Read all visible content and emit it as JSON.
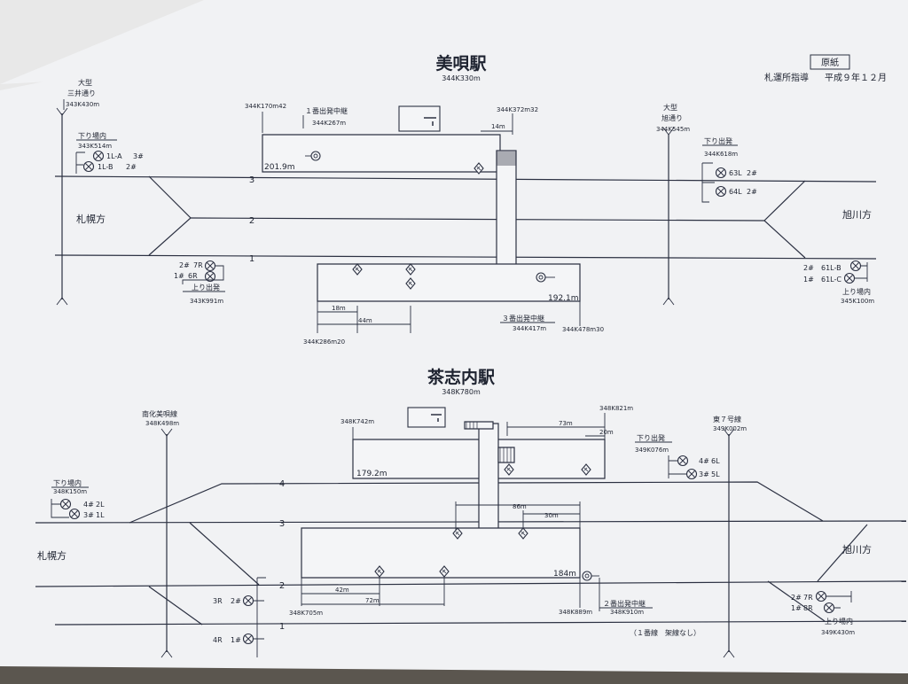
{
  "header": {
    "genshi": "原紙",
    "authority": "札運所指導",
    "date": "平成９年１２月"
  },
  "station1": {
    "title": "美唄駅",
    "km": "344K330m",
    "track_nums": [
      "3",
      "2",
      "1"
    ],
    "west_dir": "札幌方",
    "east_dir": "旭川方",
    "crossing_w": {
      "name1": "大型",
      "name2": "三井通り",
      "km": "343K430m"
    },
    "crossing_e": {
      "name1": "大型",
      "name2": "旭通り",
      "km": "344K545m"
    },
    "sig_w_in": {
      "title": "下り場内",
      "km": "343K514m",
      "l1": "1L-A",
      "n1": "3#",
      "l2": "1L-B",
      "n2": "2#"
    },
    "sig_w_out": {
      "n1": "2#",
      "l1": "7R",
      "n2": "1#",
      "l2": "6R",
      "title": "上り出発",
      "km": "343K991m"
    },
    "sig_e_out": {
      "title": "下り出発",
      "km": "344K618m",
      "l1": "63L",
      "n1": "2#",
      "l2": "64L",
      "n2": "2#"
    },
    "sig_e_in": {
      "n1": "2#",
      "l1": "61L-B",
      "n2": "1#",
      "l2": "61L-C",
      "title": "上り場内",
      "km": "345K100m"
    },
    "plat3_start": "344K170m42",
    "plat3_len": "201.9m",
    "relay1": {
      "title": "１番出発中継",
      "km": "344K267m"
    },
    "bridge_km": "344K372m32",
    "dim_14": "14m",
    "plat1_len": "192.1m",
    "plat1_start": "344K286m20",
    "dim_18": "18m",
    "dim_44": "44m",
    "relay3": {
      "title": "３番出発中継",
      "km": "344K417m"
    },
    "plat1_end": "344K478m30"
  },
  "station2": {
    "title": "茶志内駅",
    "km": "348K780m",
    "track_nums": [
      "4",
      "3",
      "2",
      "1"
    ],
    "west_dir": "札幌方",
    "east_dir": "旭川方",
    "crossing_w": {
      "name": "南化美唄線",
      "km": "348K498m"
    },
    "crossing_e": {
      "name": "東７号線",
      "km": "349K002m"
    },
    "sig_w_in": {
      "title": "下り場内",
      "km": "348K150m",
      "n1": "4#",
      "l1": "2L",
      "n2": "3#",
      "l2": "1L"
    },
    "sig_w_out": {
      "l1": "3R",
      "n1": "2#",
      "l2": "4R",
      "n2": "1#"
    },
    "sig_e_out": {
      "title": "下り出発",
      "km": "349K076m",
      "n1": "4#",
      "l1": "6L",
      "n2": "3#",
      "l2": "5L"
    },
    "sig_e_in": {
      "n1": "2#",
      "l1": "7R",
      "n2": "1#",
      "l2": "8R",
      "title": "上り場内",
      "km": "349K430m"
    },
    "plat4_start": "348K742m",
    "plat4_len": "179.2m",
    "plat4_end": "348K821m",
    "dim_73": "73m",
    "dim_20": "20m",
    "dim_86": "86m",
    "dim_30": "30m",
    "dim_42": "42m",
    "dim_72": "72m",
    "plat2_len": "184m",
    "plat2_start": "348K705m",
    "plat2_end": "348K889m",
    "relay2": {
      "title": "２番出発中継",
      "km": "348K910m"
    },
    "note": "（１番線　架線なし）"
  }
}
